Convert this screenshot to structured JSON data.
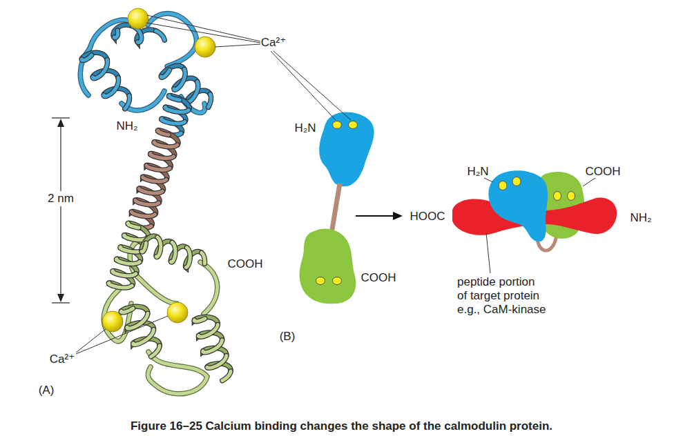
{
  "diagram": {
    "caption": "Figure 16–25 Calcium binding changes the shape of the calmodulin protein.",
    "labels": [
      "Ca²⁺",
      "NH₂",
      "2 nm",
      "COOH",
      "Ca²⁺",
      "(A)",
      "H₂N",
      "COOH",
      "(B)",
      "H₂N",
      "COOH",
      "HOOC",
      "NH₂",
      "peptide portion of target protein e.g., CaM-kinase"
    ]
  }
}
